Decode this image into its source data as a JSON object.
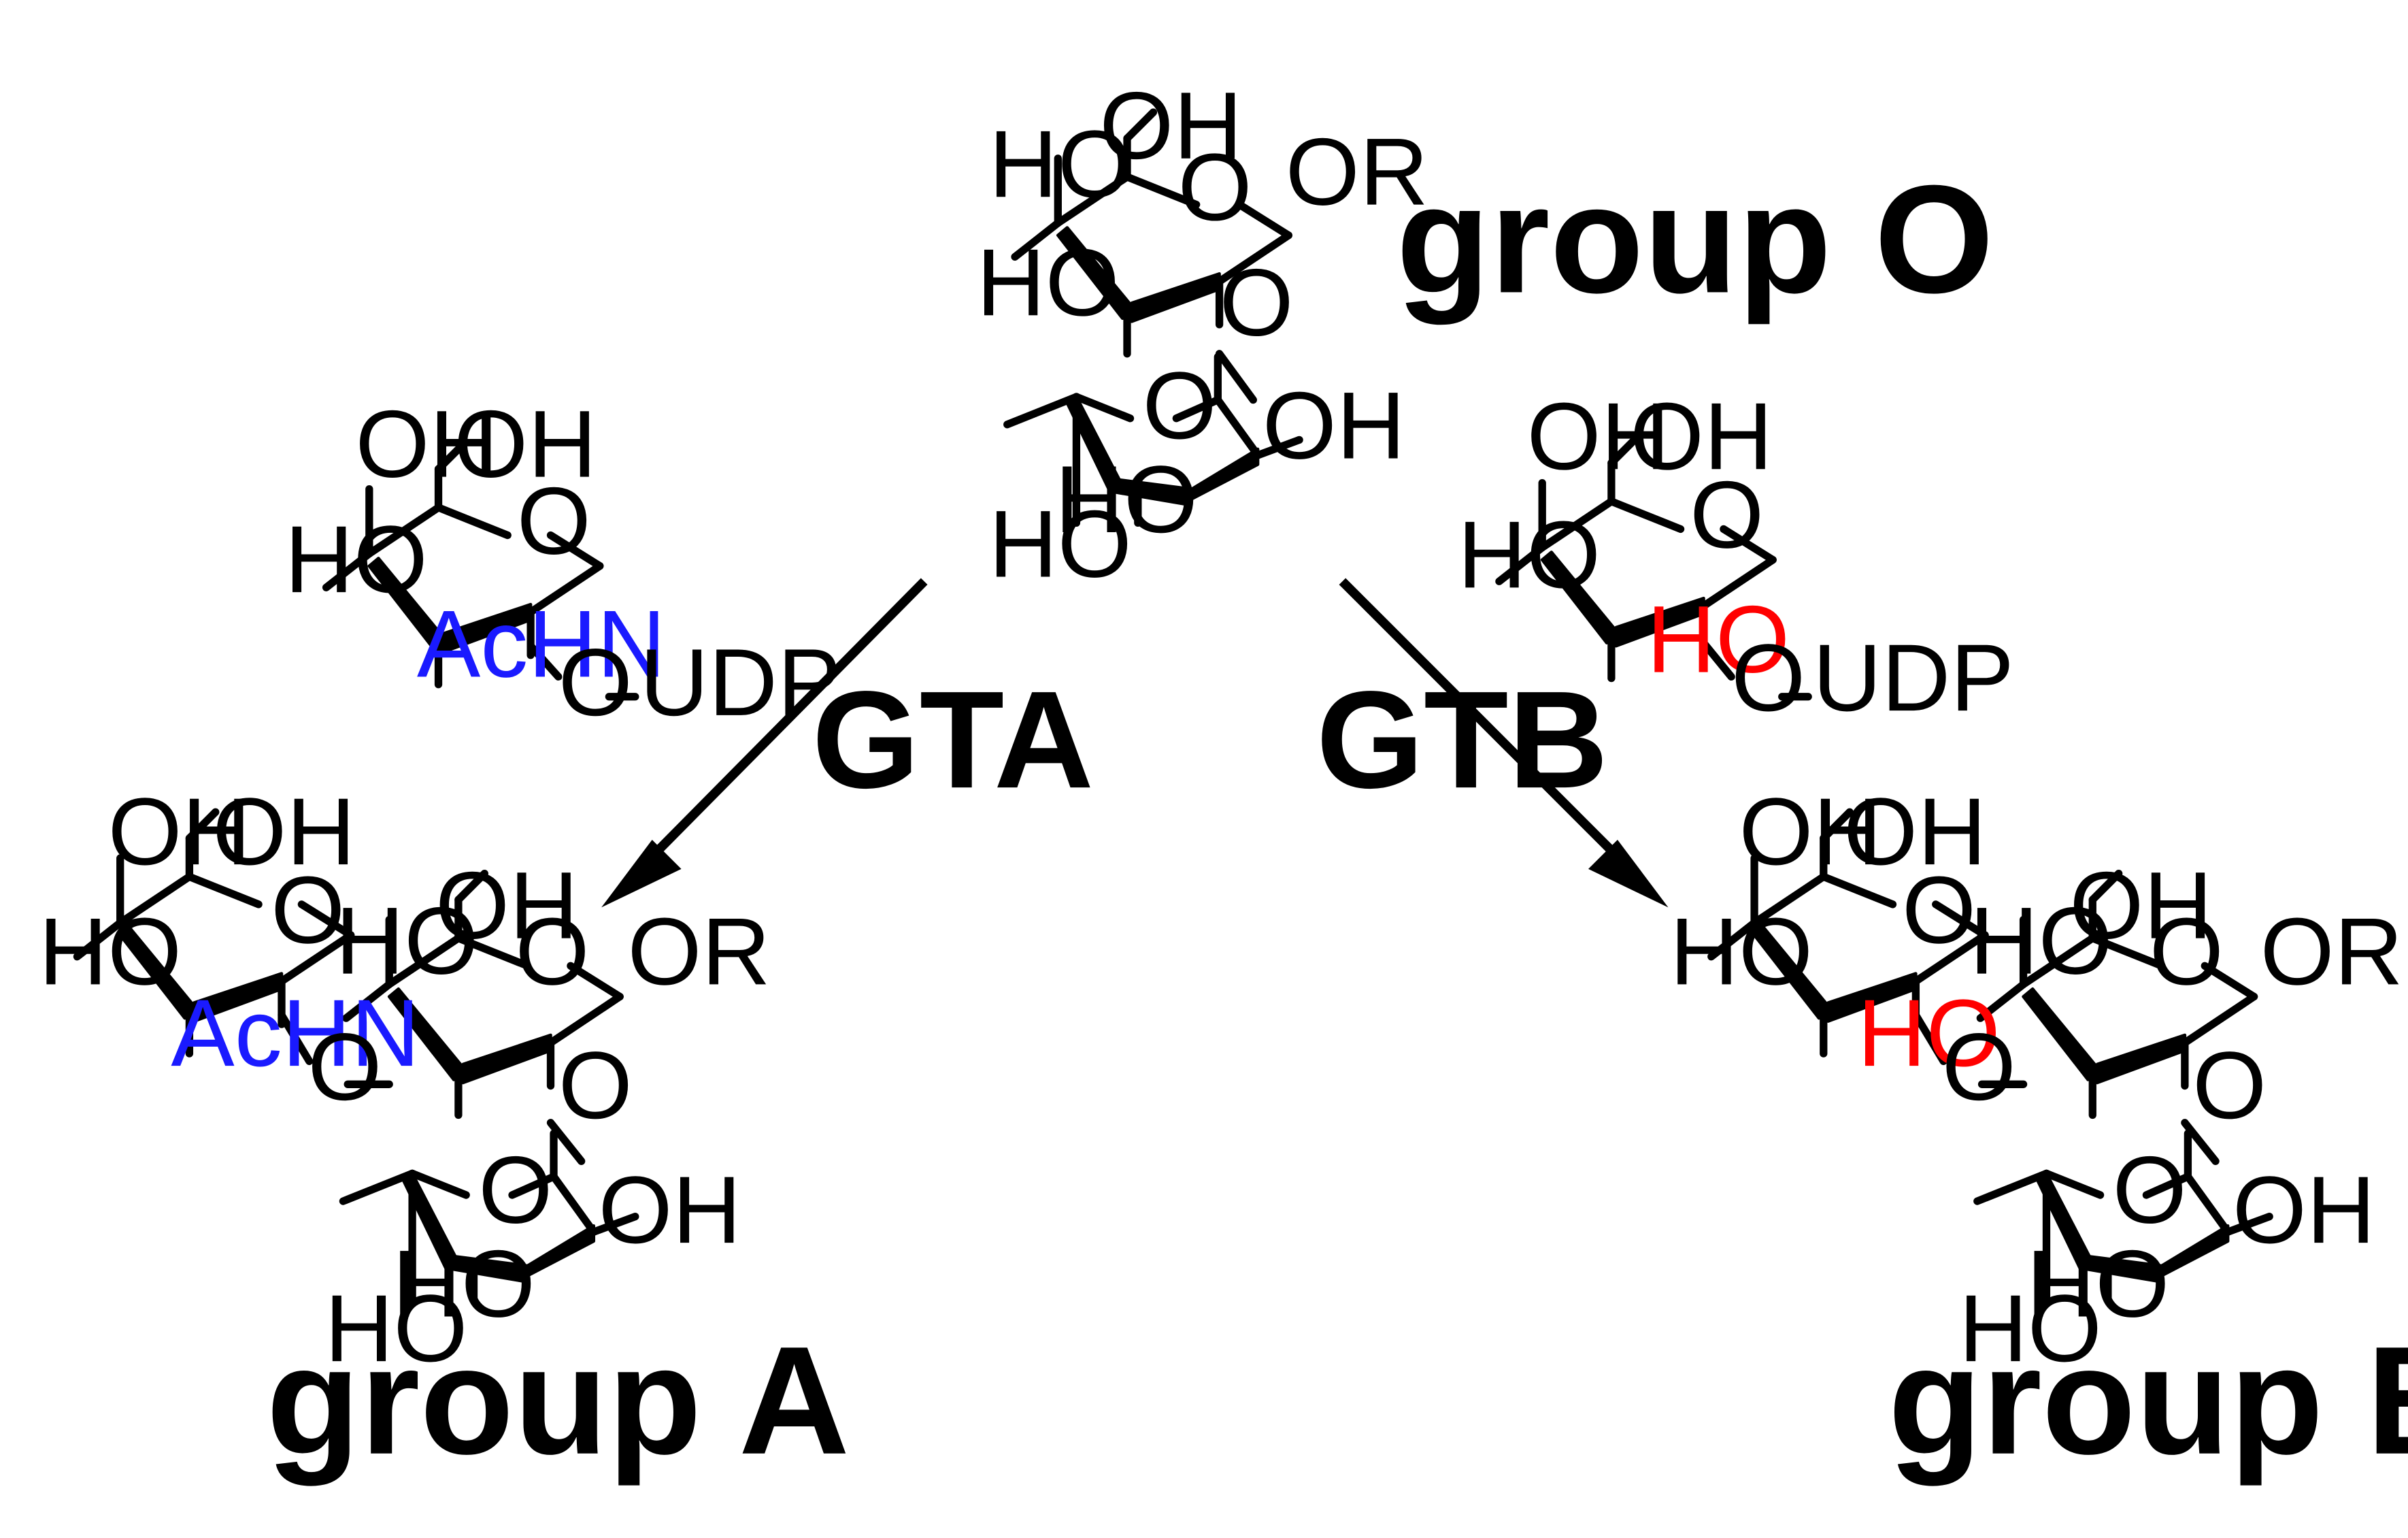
{
  "labels": {
    "group_o": "group O",
    "group_a": "group A",
    "group_b": "group B",
    "enzyme_a": "GTA",
    "enzyme_b": "GTB"
  },
  "atoms": {
    "oh": "OH",
    "ho": "HO",
    "o": "O",
    "or": "OR",
    "achn": "AcHN",
    "udp": "UDP"
  },
  "colors": {
    "achn": "#1a1aff",
    "ho_highlight": "#ff0000"
  }
}
